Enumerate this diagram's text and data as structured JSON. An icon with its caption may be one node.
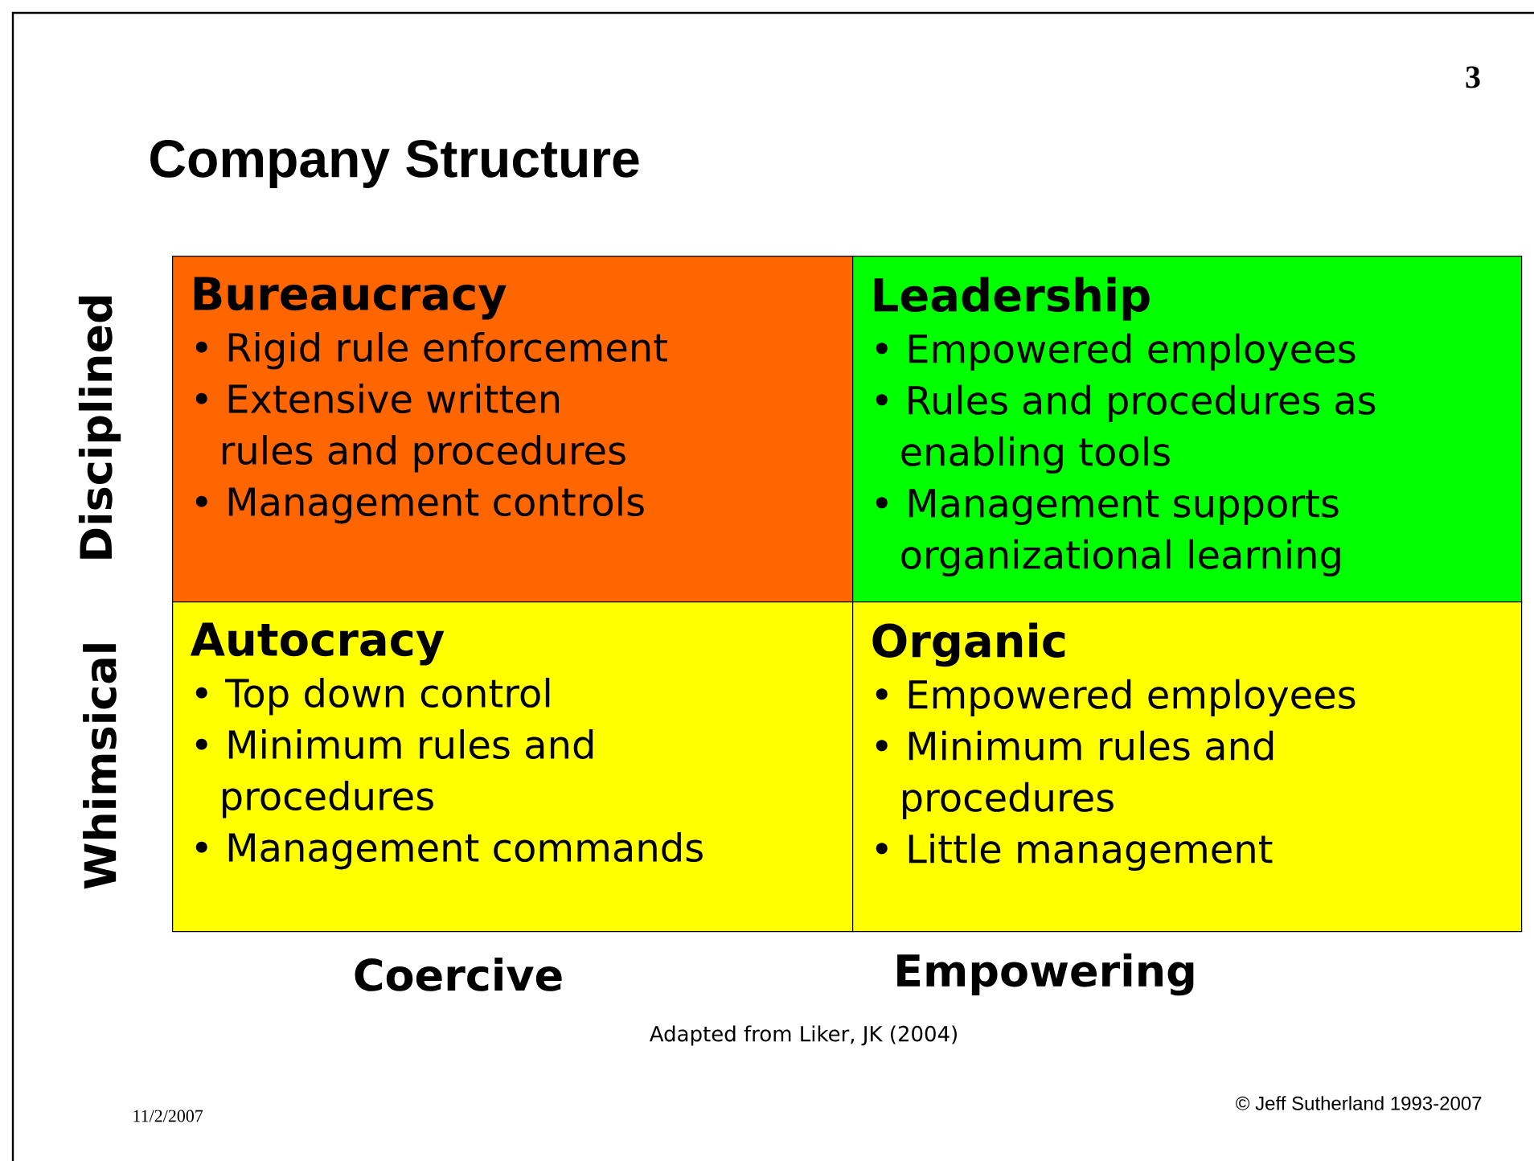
{
  "diagram": {
    "title": "Company Structure",
    "caption": "Adapted from Liker, JK (2004)",
    "nodes": [
      {
        "text": [
          "Bureaucracy",
          "• Rigid rule enforcement",
          "• Extensive written rules and procedures",
          "• Management controls"
        ]
      },
      {
        "text": [
          "Leadership",
          "• Empowered employees",
          "• Rules and procedures as enabling tools",
          "• Management supports organizational learning"
        ]
      },
      {
        "text": [
          "Autocracy",
          "• Top down control",
          "• Minimum rules and procedures",
          "• Management commands"
        ]
      },
      {
        "text": [
          "Organic",
          "• Empowered employees",
          "• Minimum rules and procedures",
          "• Little management"
        ]
      }
    ],
    "labels": [
      "3",
      "Disciplined",
      "Whimsical",
      "Coercive",
      "Empowering",
      "11/2/2007",
      "© Jeff Sutherland 1993-2007"
    ]
  }
}
